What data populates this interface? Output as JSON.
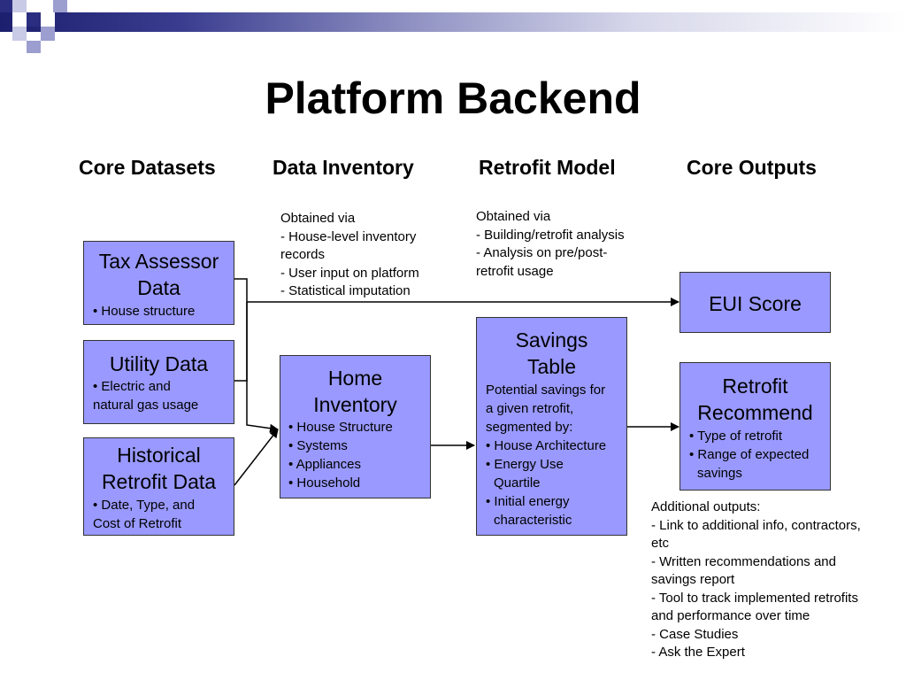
{
  "title": "Platform Backend",
  "columns": [
    "Core Datasets",
    "Data Inventory",
    "Retrofit Model",
    "Core Outputs"
  ],
  "datasets": {
    "tax": {
      "title": [
        "Tax Assessor",
        "Data"
      ],
      "bullets": [
        "House structure"
      ]
    },
    "utility": {
      "title": [
        "Utility Data"
      ],
      "bullets": [
        "Electric and",
        "natural gas usage"
      ]
    },
    "historical": {
      "title": [
        "Historical",
        "Retrofit Data"
      ],
      "bullets": [
        "Date, Type, and",
        "Cost of Retrofit"
      ]
    }
  },
  "inventory": {
    "title": [
      "Home",
      "Inventory"
    ],
    "bullets": [
      "House Structure",
      "Systems",
      "Appliances",
      "Household"
    ],
    "note": [
      "Obtained via",
      "- House-level inventory",
      "records",
      "- User input on platform",
      "- Statistical imputation"
    ]
  },
  "model": {
    "title": [
      "Savings",
      "Table"
    ],
    "desc": [
      "Potential savings for",
      "a given retrofit,",
      "segmented by:"
    ],
    "bullets": [
      "House Architecture",
      "Energy Use",
      "Quartile",
      "Initial energy",
      "characteristic"
    ],
    "note": [
      "Obtained via",
      "- Building/retrofit analysis",
      "- Analysis on pre/post-",
      "retrofit usage"
    ]
  },
  "outputs": {
    "eui": "EUI Score",
    "recommend": {
      "title": [
        "Retrofit",
        "Recommend"
      ],
      "bullets": [
        "Type of retrofit",
        "Range of expected",
        "savings"
      ]
    },
    "note": [
      "Additional outputs:",
      "- Link to additional info, contractors,",
      "etc",
      "- Written recommendations and",
      "savings report",
      "- Tool to track implemented retrofits",
      "and performance over time",
      "- Case Studies",
      "- Ask the Expert"
    ]
  }
}
